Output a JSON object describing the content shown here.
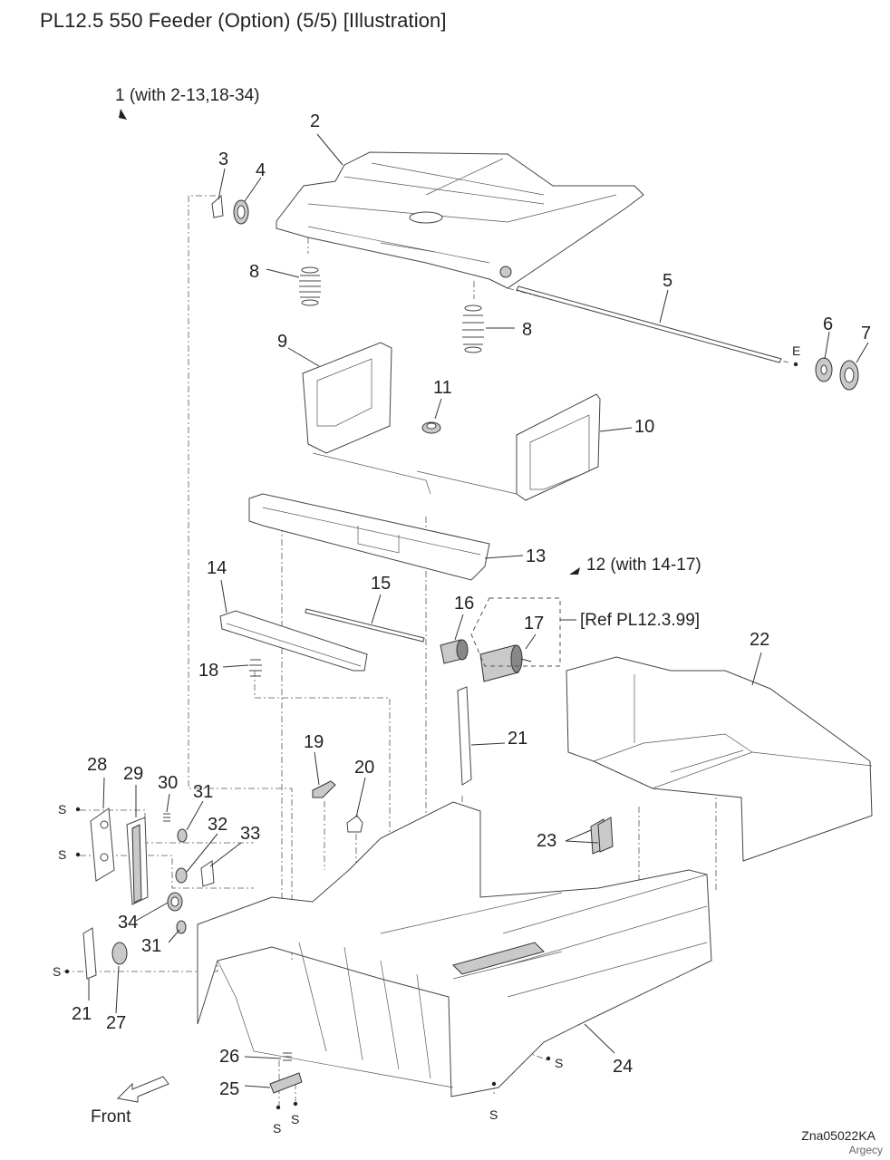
{
  "title": "PL12.5 550 Feeder (Option) (5/5)  [Illustration]",
  "assembly_1": "1 (with 2-13,18-34)",
  "assembly_12": "12 (with 14-17)",
  "ref_note": "[Ref PL12.3.99]",
  "front_label": "Front",
  "drawing_code": "Zna05022KA",
  "watermark": "Argecy",
  "screw_marker": "S",
  "e_marker": "E",
  "callouts": [
    "2",
    "3",
    "4",
    "5",
    "6",
    "7",
    "8",
    "8",
    "9",
    "10",
    "11",
    "13",
    "14",
    "15",
    "16",
    "17",
    "18",
    "19",
    "20",
    "21",
    "21",
    "22",
    "23",
    "24",
    "25",
    "26",
    "27",
    "28",
    "29",
    "30",
    "31",
    "31",
    "32",
    "33",
    "34"
  ]
}
